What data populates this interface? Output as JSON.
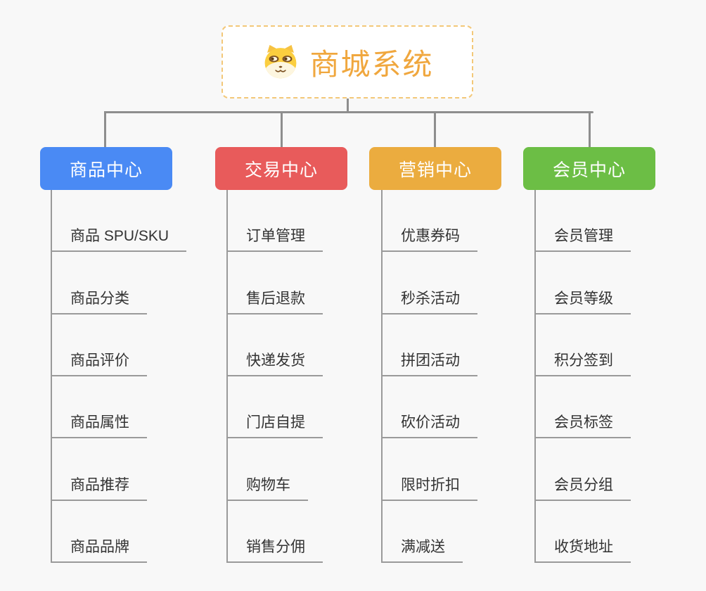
{
  "page": {
    "background": "#f8f8f8",
    "connector_color": "#8e8e8e"
  },
  "root": {
    "title": "商城系统",
    "icon": "dog-face",
    "title_color": "#f0a73e",
    "border_color": "#f3c879"
  },
  "branches": [
    {
      "label": "商品中心",
      "color": "#4a8af4",
      "items": [
        "商品 SPU/SKU",
        "商品分类",
        "商品评价",
        "商品属性",
        "商品推荐",
        "商品品牌"
      ]
    },
    {
      "label": "交易中心",
      "color": "#e85b5b",
      "items": [
        "订单管理",
        "售后退款",
        "快递发货",
        "门店自提",
        "购物车",
        "销售分佣"
      ]
    },
    {
      "label": "营销中心",
      "color": "#ebac3f",
      "items": [
        "优惠券码",
        "秒杀活动",
        "拼团活动",
        "砍价活动",
        "限时折扣",
        "满减送"
      ]
    },
    {
      "label": "会员中心",
      "color": "#6cbe45",
      "items": [
        "会员管理",
        "会员等级",
        "积分签到",
        "会员标签",
        "会员分组",
        "收货地址"
      ]
    }
  ]
}
